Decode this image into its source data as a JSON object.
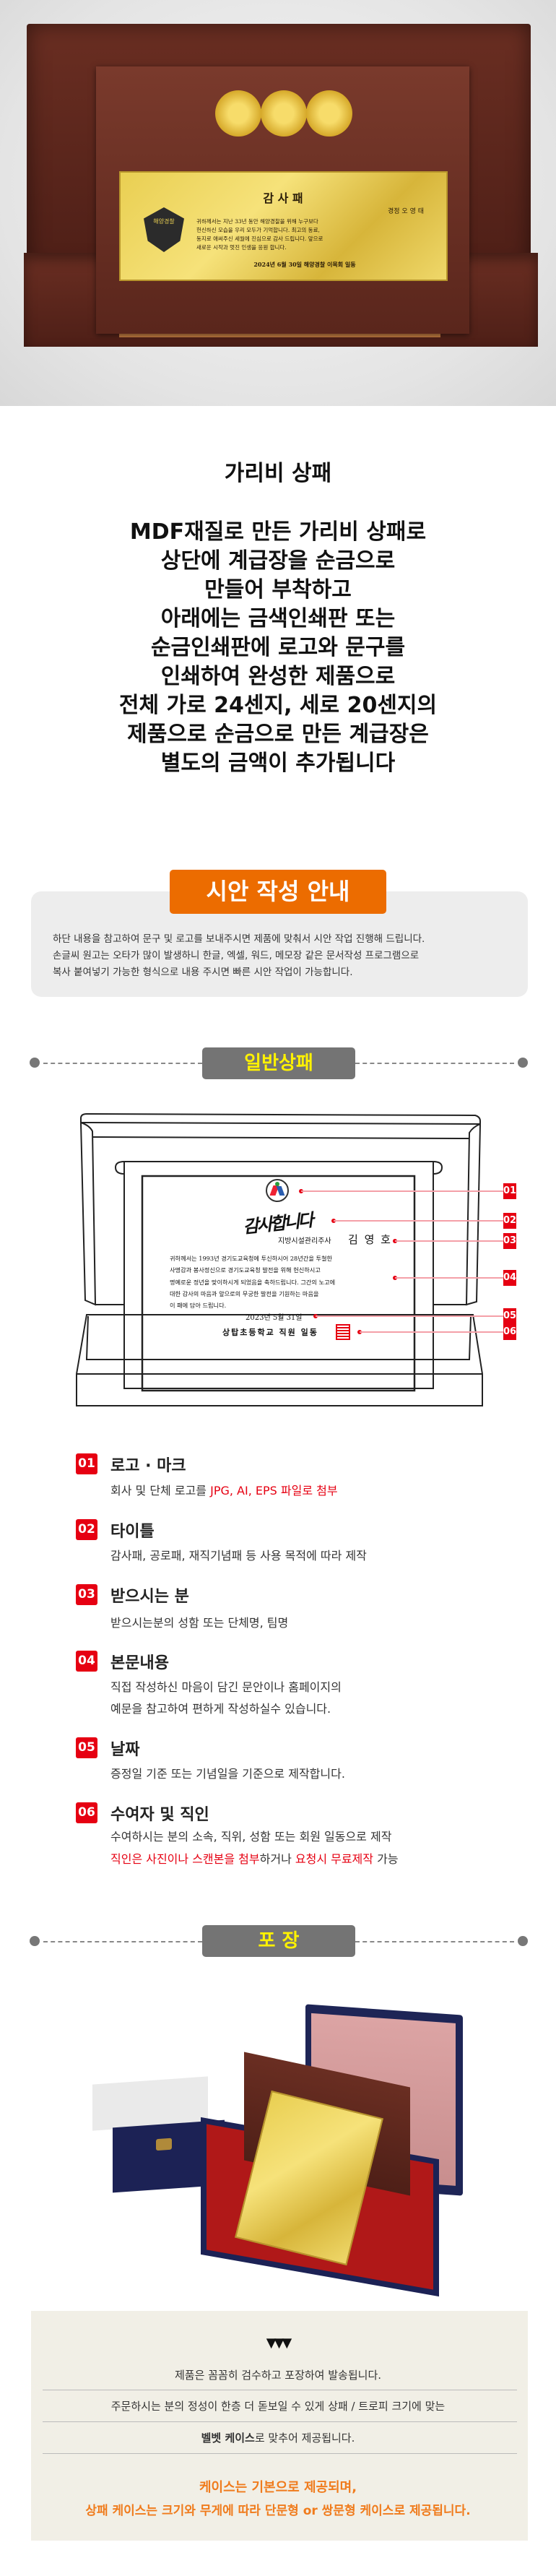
{
  "hero": {
    "plaque_title": "감 사 패",
    "recipient": "경정 오 영 태",
    "body_lines": [
      "귀하께서는 지난 33년 동안 해양경찰을 위해 누구보다",
      "헌신하신 모습을 우리 모두가 기억합니다. 최고의 동료,",
      "동지로 애써주신 세월에 진심으로 감사 드립니다. 앞으로",
      "새로운 시작과 멋진 인생을 응원 합니다."
    ],
    "footer": "2024년 6월 30일 해양경찰 이목회 일동",
    "emblem_text": "해양경찰"
  },
  "intro": {
    "title": "가리비 상패",
    "lines": [
      "MDF재질로 만든 가리비 상패로",
      "상단에 계급장을 순금으로",
      "만들어 부착하고",
      "아래에는 금색인쇄판 또는",
      "순금인쇄판에 로고와 문구를",
      "인쇄하여 완성한 제품으로",
      "전체 가로 24센지, 세로 20센지의",
      "제품으로 순금으로 만든 계급장은",
      "별도의 금액이 추가됩니다"
    ]
  },
  "guide": {
    "label": "시안 작성 안내",
    "lines": [
      "하단 내용을 참고하여 문구 및 로고를 보내주시면 제품에 맞춰서 시안 작업 진행해 드립니다.",
      "손글씨 원고는 오타가 많이 발생하니 한글, 엑셀, 워드, 메모장 같은 문서작성 프로그램으로",
      "복사 붙여넣기 가능한 형식으로 내용 주시면 빠른 시안 작업이 가능합니다."
    ]
  },
  "general": {
    "label": "일반상패",
    "sample": {
      "title_calligraphy": "감사합니다",
      "recipient_position": "지방시설관리주사",
      "recipient_name": "김 영 호",
      "body_lines": [
        "귀하께서는 1993년 경기도교육청에 투신하시어 28년간을 투철한",
        "사명감과 봉사정신으로 경기도교육청 발전을 위해 헌신하시고",
        "명예로운 정년을 맞이하시게 되었음을 축하드립니다. 그간의 노고에",
        "대한 감사의 마음과 앞으로의 무궁한 발전을 기원하는 마음을",
        "이 패에 담아 드립니다."
      ],
      "date": "2023년 5월 31일",
      "giver": "상탑초등학교 직원 일동"
    },
    "markers": [
      "01",
      "02",
      "03",
      "04",
      "05",
      "06"
    ],
    "items": [
      {
        "num": "01",
        "title": "로고 · 마크",
        "desc": "회사 및 단체 로고를 ",
        "desc_red": "JPG, AI, EPS 파일로 첨부"
      },
      {
        "num": "02",
        "title": "타이틀",
        "desc": "감사패, 공로패, 재직기념패 등 사용 목적에 따라 제작"
      },
      {
        "num": "03",
        "title": "받으시는 분",
        "desc": "받으시는분의 성함 또는 단체명, 팀명"
      },
      {
        "num": "04",
        "title": "본문내용",
        "desc": "직접 작성하신 마음이 담긴 문안이나 홈페이지의",
        "desc2": "예문을 참고하여 편하게 작성하실수 있습니다."
      },
      {
        "num": "05",
        "title": "날짜",
        "desc": "증정일 기준 또는 기념일을 기준으로 제작합니다."
      },
      {
        "num": "06",
        "title": "수여자 및 직인",
        "desc": "수여하시는 분의 소속, 직위, 성함 또는 회원 일동으로 제작",
        "l2a": "직인은 사진이나 스캔본을 첨부",
        "l2b": "하거나 ",
        "l2c": "요청시 무료제작",
        "l2d": " 가능"
      }
    ]
  },
  "packing": {
    "label": "포 장",
    "arrows": "▼▼▼",
    "line1": "제품은 꼼꼼히 검수하고 포장하여 발송됩니다.",
    "line2": "주문하시는 분의 정성이 한층 더 돋보일 수 있게 상패 / 트로피 크기에 맞는",
    "line3_bold": "벨벳 케이스",
    "line3_rest": "로 맞추어 제공됩니다.",
    "orange1": "케이스는 기본으로 제공되며,",
    "orange2": "상패 케이스는 크기와 무게에 따라 단문형 or 쌍문형 케이스로 제공됩니다."
  },
  "colors": {
    "accent_orange": "#ec6c00",
    "marker_red": "#e60012",
    "label_yellow": "#fff200",
    "note_orange": "#f07b1c"
  }
}
